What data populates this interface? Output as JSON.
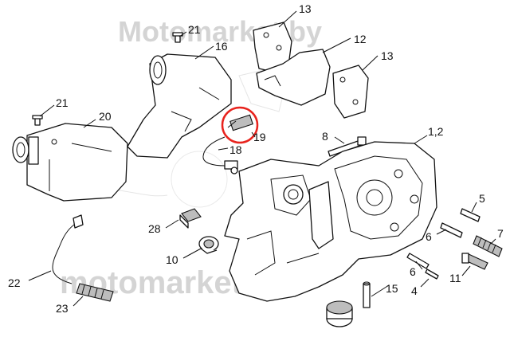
{
  "watermark": {
    "top": "Motomarket.by",
    "bottom": "motomarket.by"
  },
  "highlight": {
    "part": "19",
    "color": "#e8231d"
  },
  "callouts": [
    "13",
    "12",
    "13",
    "21",
    "16",
    "21",
    "20",
    "19",
    "18",
    "8",
    "1,2",
    "28",
    "10",
    "5",
    "6",
    "7",
    "22",
    "23",
    "15",
    "4",
    "6",
    "11"
  ]
}
